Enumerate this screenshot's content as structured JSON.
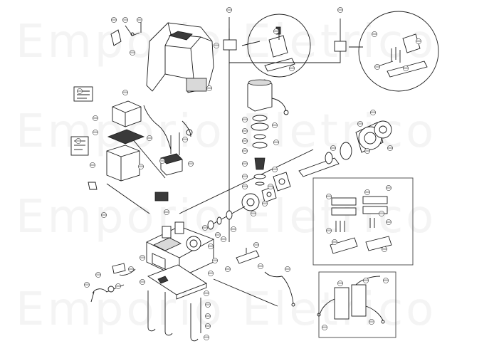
{
  "watermark": {
    "text": "Emporio Eletrico",
    "color": "#969696"
  },
  "diagram": {
    "line_color": "#1a1a1a",
    "part_labels": [
      "0000",
      "0000",
      "0000",
      "0000",
      "0000",
      "0000",
      "0000",
      "0000",
      "0000",
      "0000",
      "0000",
      "0000",
      "0000",
      "0000",
      "0000",
      "0000",
      "0000",
      "0000",
      "0000",
      "0000",
      "0000",
      "0000",
      "0000",
      "0000",
      "0000",
      "0000",
      "0000",
      "0000",
      "0000",
      "0000",
      "0000",
      "0000",
      "0000",
      "0000",
      "0000",
      "0000",
      "0000",
      "0000",
      "0000",
      "0000",
      "0000",
      "0000",
      "0000",
      "0000",
      "0000",
      "0000",
      "0000",
      "0000",
      "0000",
      "0000",
      "0000",
      "0000",
      "0000",
      "0000",
      "0000",
      "0000",
      "0000",
      "0000",
      "0000",
      "0000",
      "0000",
      "0000",
      "0000",
      "0000",
      "0000",
      "0000",
      "0000",
      "0000",
      "0000",
      "0000",
      "0000",
      "0000",
      "0000",
      "0000",
      "0000",
      "0000",
      "0000",
      "0000",
      "0000",
      "0000"
    ]
  }
}
